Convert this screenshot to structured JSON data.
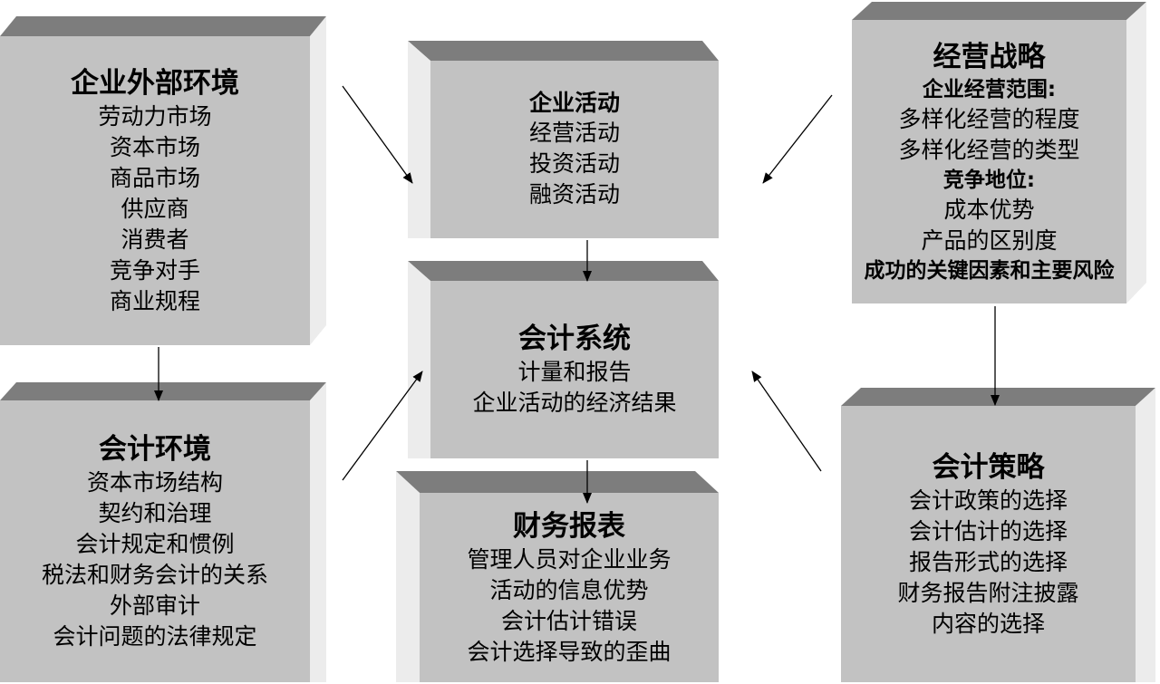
{
  "external_env": {
    "title": "企业外部环境",
    "items": [
      "劳动力市场",
      "资本市场",
      "商品市场",
      "供应商",
      "消费者",
      "竞争对手",
      "商业规程"
    ]
  },
  "business_activities": {
    "title": "企业活动",
    "items": [
      "经营活动",
      "投资活动",
      "融资活动"
    ]
  },
  "business_strategy": {
    "title": "经营战略",
    "scope_label": "企业经营范围:",
    "scope_items": [
      "多样化经营的程度",
      "多样化经营的类型"
    ],
    "position_label": "竞争地位:",
    "position_items": [
      "成本优势",
      "产品的区别度"
    ],
    "factors": "成功的关键因素和主要风险"
  },
  "accounting_system": {
    "title": "会计系统",
    "items": [
      "计量和报告",
      "企业活动的经济结果"
    ]
  },
  "accounting_env": {
    "title": "会计环境",
    "items": [
      "资本市场结构",
      "契约和治理",
      "会计规定和惯例",
      "税法和财务会计的关系",
      "外部审计",
      "会计问题的法律规定"
    ]
  },
  "accounting_strategy": {
    "title": "会计策略",
    "items": [
      "会计政策的选择",
      "会计估计的选择",
      "报告形式的选择",
      "财务报告附注披露",
      "内容的选择"
    ]
  },
  "financial_statements": {
    "title": "财务报表",
    "items": [
      "管理人员对企业业务",
      "活动的信息优势",
      "会计估计错误",
      "会计选择导致的歪曲"
    ]
  }
}
